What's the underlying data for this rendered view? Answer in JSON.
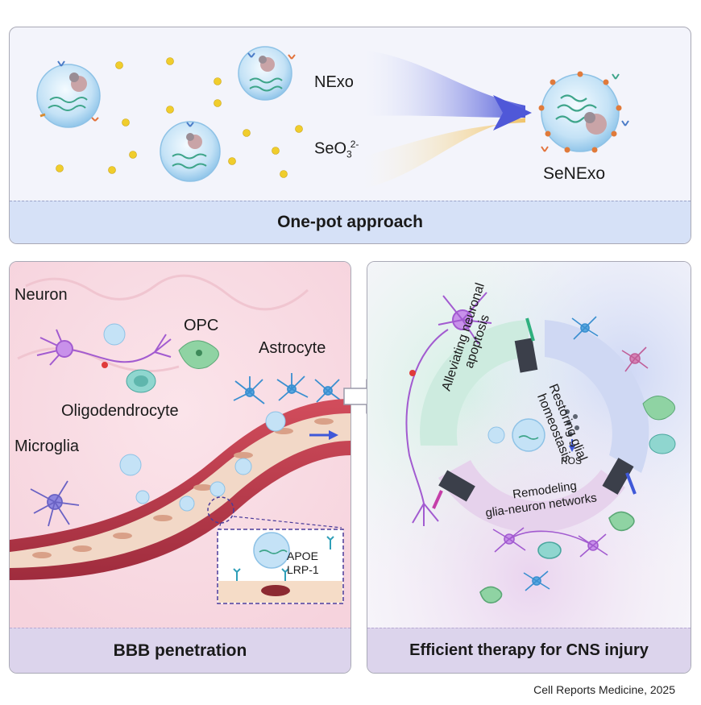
{
  "top_panel": {
    "label_nexo": "NExo",
    "label_seo3": "SeO",
    "label_seo3_sub": "3",
    "label_seo3_sup": "2-",
    "label_senexo": "SeNExo",
    "banner": "One-pot approach"
  },
  "left_panel": {
    "label_neuron": "Neuron",
    "label_opc": "OPC",
    "label_astrocyte": "Astrocyte",
    "label_oligodendrocyte": "Oligodendrocyte",
    "label_microglia": "Microglia",
    "inset_apoe": "APOE",
    "inset_lrp1": "LRP-1",
    "banner": "BBB penetration"
  },
  "right_panel": {
    "label_alleviating": "Alleviating neuronal apoptosis",
    "label_restoring": "Restoring glial homeostasis",
    "label_remodeling_1": "Remodeling",
    "label_remodeling_2": "glia-neuron networks",
    "label_ros": "ROS",
    "banner": "Efficient therapy for CNS injury"
  },
  "credit": "Cell Reports Medicine, 2025",
  "colors": {
    "exosome_fill": "#bfe0f5",
    "se_particle": "#f1cf2a",
    "arrow": "#4f58d8",
    "vessel": "#c23f4f",
    "neuron": "#a25bd0",
    "astrocyte": "#3a8fd0",
    "opc": "#6fbf86"
  }
}
